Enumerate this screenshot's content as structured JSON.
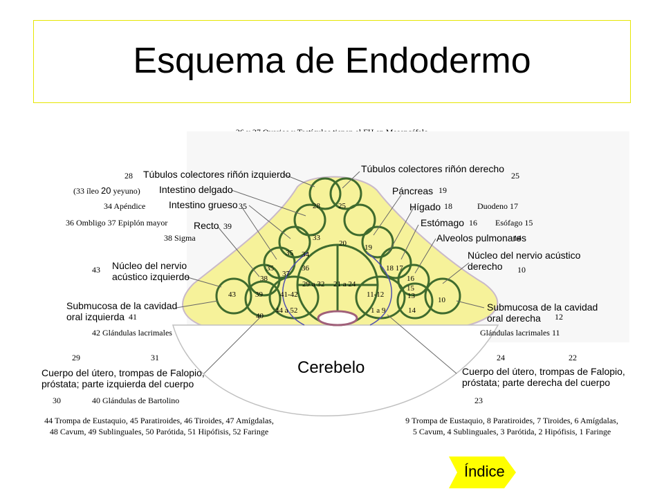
{
  "title": "Esquema de Endodermo",
  "note": "26 y 27 Ovarios y Testículos tienen el FH en Mesencéfalo",
  "organ_labels": {
    "tubulos_izq": "Túbulos colectores riñón izquierdo",
    "tubulos_der": "Túbulos colectores riñón derecho",
    "intestino_delgado": "Intestino delgado",
    "intestino_grueso": "Intestino grueso",
    "recto": "Recto",
    "pancreas": "Páncreas",
    "higado": "Hígado",
    "estomago": "Estómago",
    "alveolos": "Alveolos pulmonares",
    "nucleo_izq_1": "Núcleo del nervio",
    "nucleo_izq_2": "acústico izquierdo",
    "nucleo_der_1": "Núcleo del nervio acústico",
    "nucleo_der_2": "derecho",
    "submucosa_izq_1": "Submucosa de la cavidad",
    "submucosa_izq_2": "oral izquierda",
    "submucosa_der_1": "Submucosa de la cavidad",
    "submucosa_der_2": "oral derecha",
    "utero_izq_1": "Cuerpo del útero, trompas de Falopio,",
    "utero_izq_2": "próstata; parte izquierda del cuerpo",
    "utero_der_1": "Cuerpo del útero, trompas de Falopio,",
    "utero_der_2": "próstata; parte derecha del cuerpo",
    "cerebelo": "Cerebelo",
    "ileo_prefix": "(33 íleo",
    "ileo_num": "20",
    "ileo_suffix": "yeyuno)"
  },
  "side_labels": {
    "n28": "28",
    "n25": "25",
    "n19": "19",
    "apendice": "34  Apéndice",
    "n35": "35",
    "n18": "18",
    "duodeno": "Duodeno 17",
    "ombligo": "36 Ombligo 37 Epiplón mayor",
    "n39": "39",
    "n16": "16",
    "esofago": "Esófago  15",
    "sigma": "38 Sigma",
    "n14": "14",
    "n43": "43",
    "n10": "10",
    "n41": "41",
    "n12": "12",
    "glandulas_izq": "42 Glándulas lacrimales",
    "glandulas_der": "Glándulas lacrimales  11",
    "n29": "29",
    "n31": "31",
    "n24": "24",
    "n22": "22",
    "n30": "30",
    "bartolino": "40  Glándulas de Bartolino",
    "n23": "23"
  },
  "inner_numbers": {
    "i28": "28",
    "i25": "25",
    "i33": "33",
    "i20": "20",
    "i19": "19",
    "i35a": "35",
    "i34": "34",
    "i35b": "35",
    "i36": "36",
    "i37": "37",
    "i38": "38",
    "i1817": "18 17",
    "i16": "16",
    "i15": "15",
    "i29a32": "29 a 32",
    "i21a24": "21 a 24",
    "i43": "43",
    "i39": "39",
    "i4142": "41-42",
    "i1112": "11-12",
    "i13": "13",
    "i10": "10",
    "i40": "40",
    "i44a52": "44 a 52",
    "i1a9": "1 a 9",
    "i14": "14"
  },
  "bottom_left": {
    "line1": "44 Trompa de Eustaquio, 45 Paratiroides, 46 Tiroides, 47 Amígdalas,",
    "line2": "48 Cavum, 49 Sublinguales, 50 Parótida, 51 Hipófisis, 52 Faringe"
  },
  "bottom_right": {
    "line1": "9 Trompa de Eustaquio, 8 Paratiroides, 7 Tiroides, 6 Amígdalas,",
    "line2": "5 Cavum, 4 Sublinguales, 3 Parótida, 2 Hipófisis, 1 Faringe"
  },
  "index_button": "Índice",
  "colors": {
    "ring_fill": "#f6f29a",
    "ring_stroke": "#3f6b2e",
    "title_border": "#e6e600",
    "button_fill": "#ffff00",
    "brain_fill": "#fdfcd8"
  }
}
